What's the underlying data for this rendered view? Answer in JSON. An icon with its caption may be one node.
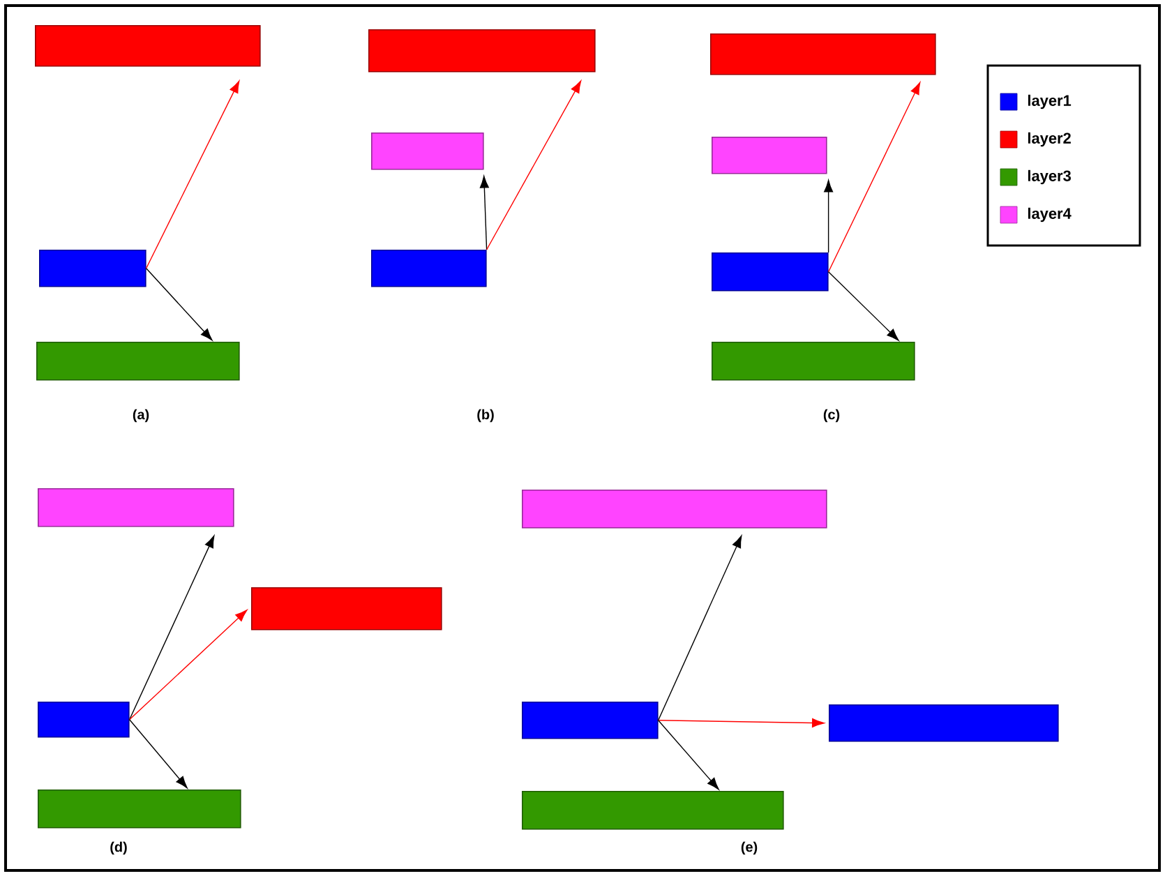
{
  "diagram": {
    "nodes": [
      {
        "text": [],
        "shape": "bar"
      },
      {
        "text": [],
        "shape": "bar"
      },
      {
        "text": [],
        "shape": "bar"
      },
      {
        "text": [],
        "shape": "bar"
      },
      {
        "text": [],
        "shape": "bar"
      },
      {
        "text": [],
        "shape": "bar"
      },
      {
        "text": [],
        "shape": "bar"
      },
      {
        "text": [],
        "shape": "bar"
      },
      {
        "text": [],
        "shape": "bar"
      },
      {
        "text": [],
        "shape": "bar"
      },
      {
        "text": [],
        "shape": "bar"
      },
      {
        "text": [],
        "shape": "bar"
      },
      {
        "text": [],
        "shape": "bar"
      },
      {
        "text": [],
        "shape": "bar"
      },
      {
        "text": [],
        "shape": "bar"
      },
      {
        "text": [],
        "shape": "bar"
      },
      {
        "text": [],
        "shape": "bar"
      },
      {
        "text": [],
        "shape": "bar"
      }
    ],
    "edges": [
      {
        "from": 1,
        "to": 0,
        "arrow": "to",
        "color": "#ff0000"
      },
      {
        "from": 1,
        "to": 2,
        "arrow": "to"
      },
      {
        "from": 5,
        "to": 4,
        "arrow": "to"
      },
      {
        "from": 5,
        "to": 3,
        "arrow": "to",
        "color": "#ff0000"
      },
      {
        "from": 8,
        "to": 7,
        "arrow": "to"
      },
      {
        "from": 8,
        "to": 6,
        "arrow": "to",
        "color": "#ff0000"
      },
      {
        "from": 8,
        "to": 9,
        "arrow": "to"
      },
      {
        "from": 12,
        "to": 10,
        "arrow": "to"
      },
      {
        "from": 12,
        "to": 11,
        "arrow": "to",
        "color": "#ff0000"
      },
      {
        "from": 12,
        "to": 13,
        "arrow": "to"
      },
      {
        "from": 15,
        "to": 14,
        "arrow": "to"
      },
      {
        "from": 15,
        "to": 16,
        "arrow": "to",
        "color": "#ff0000"
      },
      {
        "from": 15,
        "to": 17,
        "arrow": "to"
      }
    ],
    "labels": [
      "(a)",
      "(b)",
      "(c)",
      "(d)",
      "(e)"
    ],
    "legend": [
      {
        "text": "layer1",
        "color": "#0000ff"
      },
      {
        "text": "layer2",
        "color": "#ff0000"
      },
      {
        "text": "layer3",
        "color": "#339900"
      },
      {
        "text": "layer4",
        "color": "#ff44ff"
      }
    ]
  }
}
